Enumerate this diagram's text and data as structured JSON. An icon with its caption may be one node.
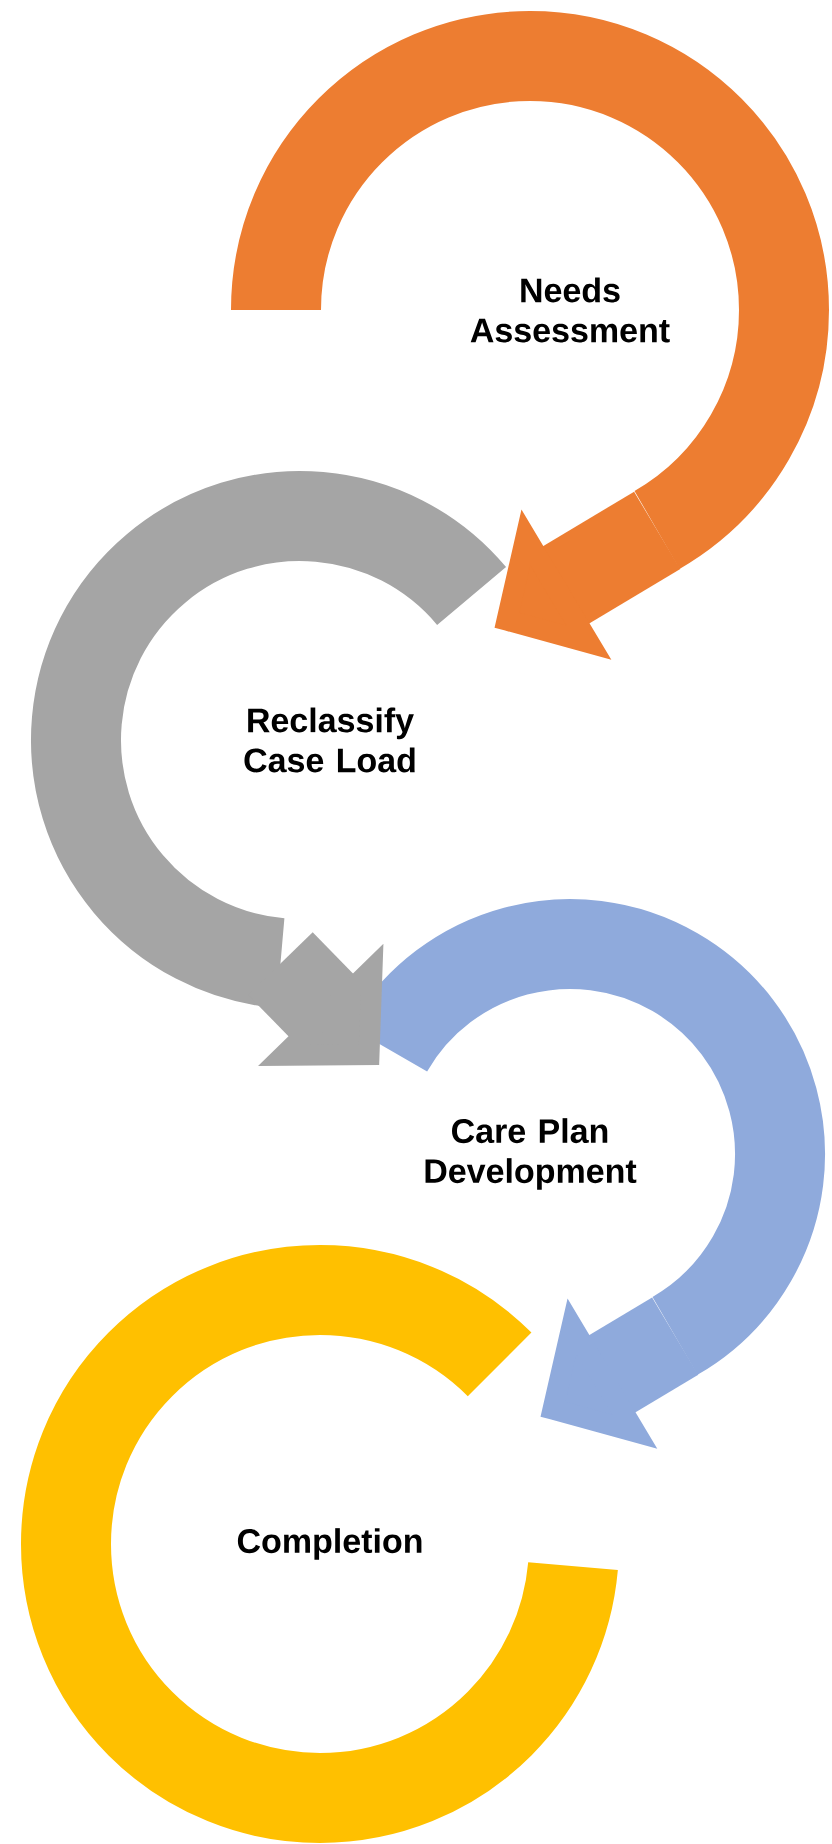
{
  "diagram": {
    "nodes": [
      {
        "text": [
          "Needs Assessment"
        ]
      },
      {
        "text": [
          "Reclassify Case Load"
        ]
      },
      {
        "text": [
          "Care Plan Development"
        ]
      },
      {
        "text": [
          "Completion"
        ]
      }
    ],
    "edges": [
      {
        "from": 0,
        "to": 1,
        "arrow": "to",
        "color": "#ed7d31"
      },
      {
        "from": 1,
        "to": 2,
        "arrow": "to",
        "color": "#a5a5a5"
      },
      {
        "from": 2,
        "to": 3,
        "arrow": "to",
        "color": "#8faadc"
      }
    ]
  }
}
